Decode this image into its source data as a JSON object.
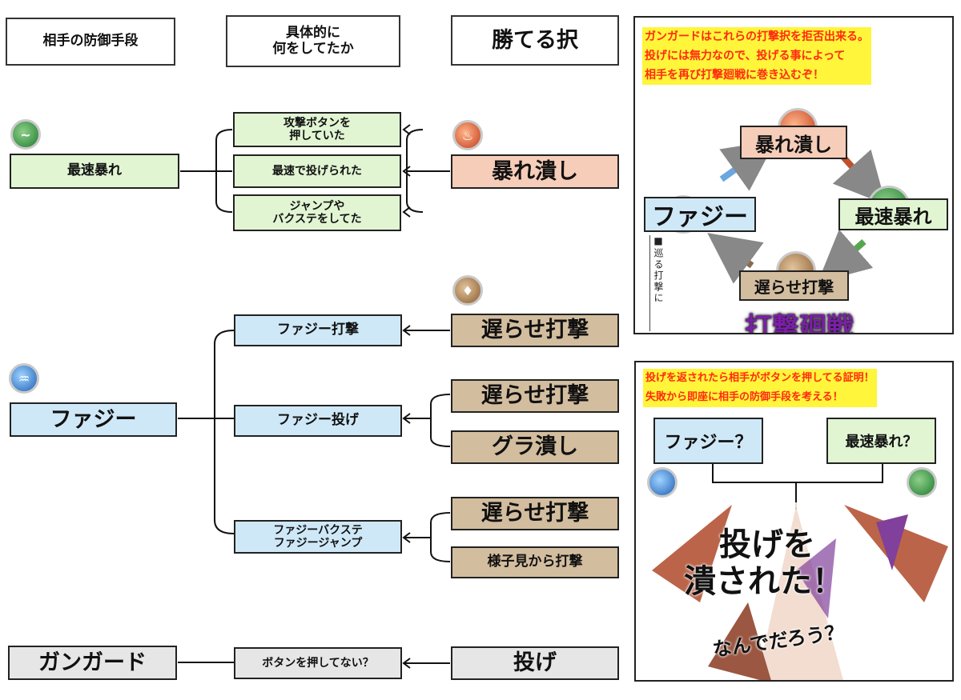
{
  "headers": {
    "defense": "相手の防御手段",
    "action": "具体的に\n何をしてたか",
    "winning": "勝てる択"
  },
  "row1": {
    "defense": "最速暴れ",
    "actions": [
      "攻撃ボタンを\n押していた",
      "最速で投げられた",
      "ジャンプや\nバクステをしてた"
    ],
    "answer": "暴れ潰し"
  },
  "row2": {
    "defense": "ファジー",
    "actions": [
      {
        "label": "ファジー打撃",
        "answers": [
          "遅らせ打撃"
        ]
      },
      {
        "label": "ファジー投げ",
        "answers": [
          "遅らせ打撃",
          "グラ潰し"
        ]
      },
      {
        "label": "ファジーバクステ\nファジージャンプ",
        "answers": [
          "遅らせ打撃",
          "様子見から打撃"
        ]
      }
    ]
  },
  "row3": {
    "defense": "ガンガード",
    "action": "ボタンを押してない？",
    "answer": "投げ"
  },
  "panel1": {
    "note_lines": [
      "ガンガードはこれらの打撃択を拒否出来る。",
      "投げには無力なので、投げる事によって",
      "相手を再び打撃廻戦に巻き込むぞ！"
    ],
    "cycle_top": "暴れ潰し",
    "cycle_right": "最速暴れ",
    "cycle_bottom": "遅らせ打撃",
    "cycle_left": "ファジー",
    "side_text": "■巡る打撃に",
    "title": "打撃廻戦"
  },
  "panel2": {
    "note_lines": [
      "投げを返されたら相手がボタンを押してる証明！",
      "失敗から即座に相手の防御手段を考える！"
    ],
    "left_box": "ファジー？",
    "right_box": "最速暴れ？",
    "shout_line1": "投げを",
    "shout_line2": "潰された！",
    "question": "なんでだろう？"
  },
  "colors": {
    "green": "#e1f5d3",
    "blue": "#cfe8f7",
    "brown": "#d3bd9f",
    "salmon": "#f6cdb9",
    "grey": "#e6e6e6",
    "note_red": "#ff2a10",
    "note_yellow": "#fff53a",
    "title_purple": "#7a1fa6"
  },
  "icons": {
    "row1_defense": "green-swirl-orb-icon",
    "row1_answer": "fire-orb-icon",
    "row2_answer": "earth-orb-icon",
    "row2_defense": "water-orb-icon"
  }
}
